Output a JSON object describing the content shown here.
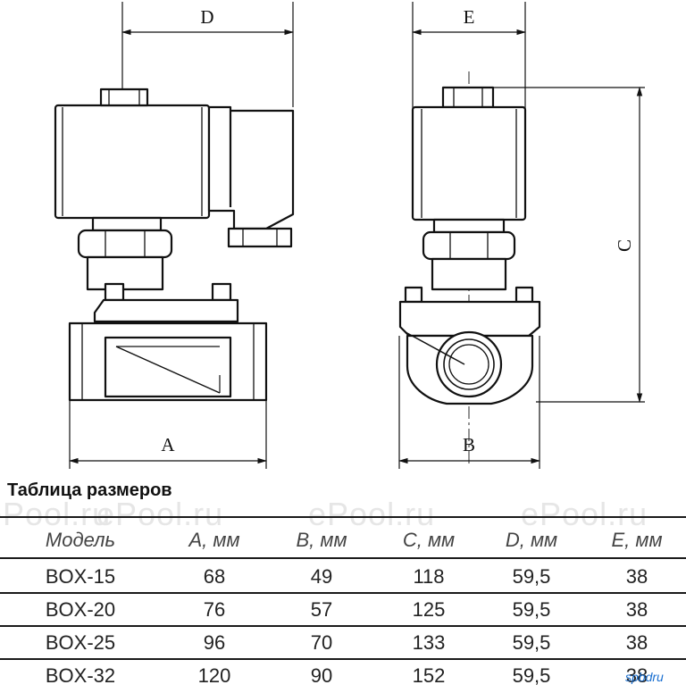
{
  "drawing": {
    "dimension_labels": {
      "a": "A",
      "b": "B",
      "c": "C",
      "d": "D",
      "e": "E"
    }
  },
  "watermark": "ePool.ru",
  "table": {
    "title": "Таблица размеров",
    "headers": [
      "Модель",
      "A, мм",
      "B, мм",
      "C, мм",
      "D, мм",
      "E, мм"
    ],
    "rows": [
      [
        "BOX-15",
        "68",
        "49",
        "118",
        "59,5",
        "38"
      ],
      [
        "BOX-20",
        "76",
        "57",
        "125",
        "59,5",
        "38"
      ],
      [
        "BOX-25",
        "96",
        "70",
        "133",
        "59,5",
        "38"
      ],
      [
        "BOX-32",
        "120",
        "90",
        "152",
        "59,5",
        "38"
      ]
    ]
  },
  "logo": "spbdru"
}
